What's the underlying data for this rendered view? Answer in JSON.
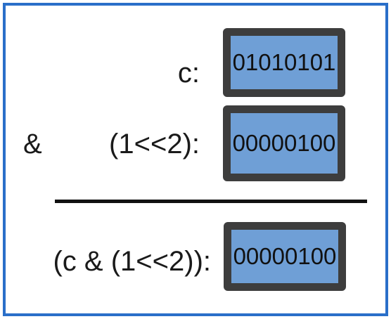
{
  "rows": [
    {
      "operator": "",
      "label": "c:",
      "bits": "01010101"
    },
    {
      "operator": "&",
      "label": "(1<<2):",
      "bits": "00000100"
    },
    {
      "operator": "",
      "label": "(c & (1<<2)):",
      "bits": "00000100"
    }
  ],
  "colors": {
    "frame_border": "#2a6fc9",
    "box_fill": "#6f9fd6",
    "box_border": "#3d3d3d",
    "text": "#1a1a1a"
  }
}
